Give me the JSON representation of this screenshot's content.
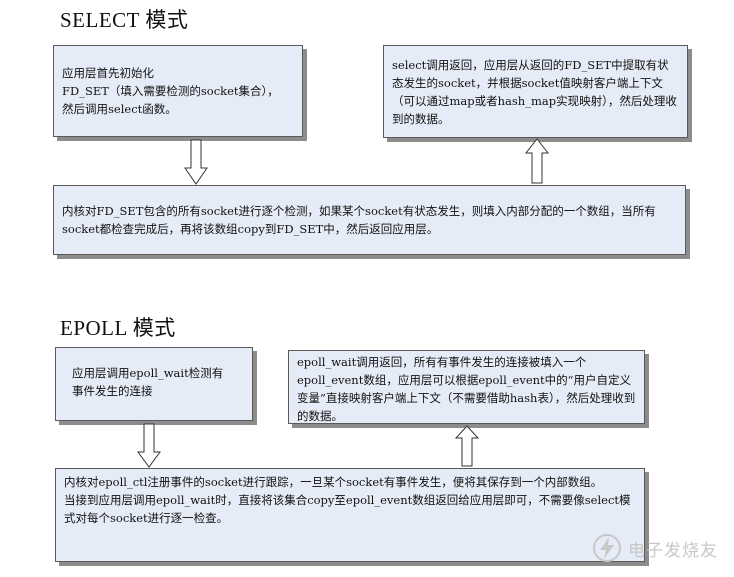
{
  "select_section": {
    "title": "SELECT 模式",
    "box_init": "应用层首先初始化\nFD_SET（填入需要检测的socket集合），\n然后调用select函数。",
    "box_return": "select调用返回，应用层从返回的FD_SET中提取有状态发生的socket，并根据socket值映射客户端上下文（可以通过map或者hash_map实现映射），然后处理收到的数据。",
    "box_kernel": "内核对FD_SET包含的所有socket进行逐个检测，如果某个socket有状态发生，则填入内部分配的一个数组，当所有socket都检查完成后，再将该数组copy到FD_SET中，然后返回应用层。"
  },
  "epoll_section": {
    "title": "EPOLL 模式",
    "box_call": "应用层调用epoll_wait检测有\n事件发生的连接",
    "box_return": "epoll_wait调用返回，所有有事件发生的连接被填入一个epoll_event数组，应用层可以根据epoll_event中的“用户自定义变量”直接映射客户端上下文（不需要借助hash表），然后处理收到的数据。",
    "box_kernel": "内核对epoll_ctl注册事件的socket进行跟踪，一旦某个socket有事件发生，便将其保存到一个内部数组。\n当接到应用层调用epoll_wait时，直接将该集合copy至epoll_event数组返回给应用层即可，不需要像select模式对每个socket进行逐一检查。"
  },
  "watermark": {
    "text": "电子发烧友",
    "icon": "lightning-logo-icon"
  },
  "colors": {
    "box_fill": "#e6ecf7",
    "box_border": "#5a5a5a",
    "shadow": "#8c8c8c"
  }
}
